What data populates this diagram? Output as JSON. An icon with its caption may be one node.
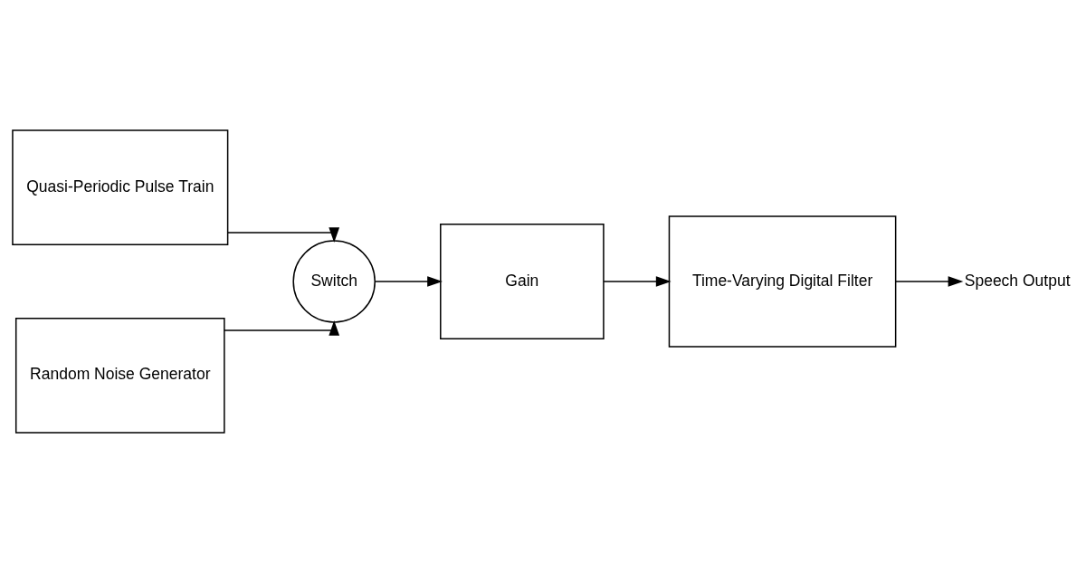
{
  "diagram": {
    "nodes": [
      {
        "text": [
          "Quasi-Periodic Pulse Train"
        ]
      },
      {
        "text": [
          "Switch"
        ]
      },
      {
        "text": [
          "Random Noise Generator"
        ]
      },
      {
        "text": [
          "Gain"
        ]
      },
      {
        "text": [
          "Time-Varying Digital Filter"
        ]
      },
      {
        "text": [
          "Speech Output"
        ]
      }
    ],
    "edges": [
      {
        "from": 0,
        "to": 1,
        "arrow": "to"
      },
      {
        "from": 2,
        "to": 1,
        "arrow": "to"
      },
      {
        "from": 1,
        "to": 3,
        "arrow": "to"
      },
      {
        "from": 3,
        "to": 4,
        "arrow": "to"
      },
      {
        "from": 4,
        "to": 5,
        "arrow": "to"
      }
    ]
  }
}
